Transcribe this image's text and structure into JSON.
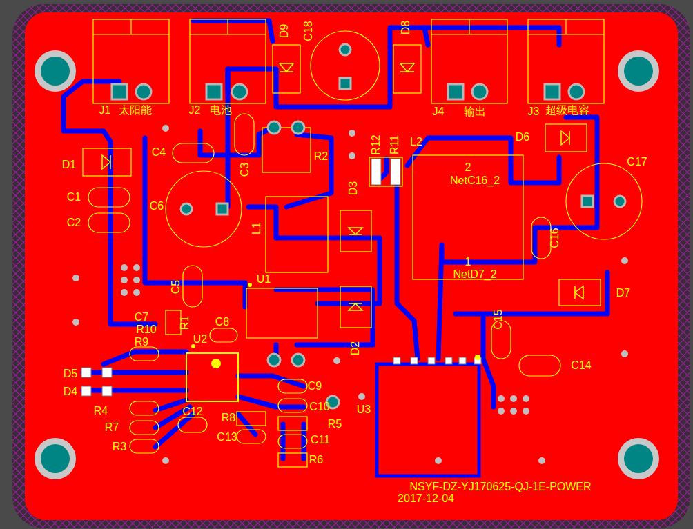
{
  "diagram": {
    "labels": [
      "D9",
      "C18",
      "D8",
      "J1",
      "太阳能",
      "J2",
      "电池",
      "J4",
      "输出",
      "J3",
      "超级电容",
      "C4",
      "R2",
      "R12",
      "R11",
      "L2",
      "D6",
      "C17",
      "D1",
      "C3",
      "C1",
      "C6",
      "D3",
      "2",
      "NetC16_2",
      "C2",
      "L1",
      "C16",
      "1",
      "NetD7_2",
      "C5",
      "U1",
      "D7",
      "C15",
      "C7",
      "R1",
      "C8",
      "R10",
      "U2",
      "D2",
      "R9",
      "C14",
      "D5",
      "D4",
      "C9",
      "C10",
      "R5",
      "U3",
      "R4",
      "C12",
      "R8",
      "R7",
      "C13",
      "C11",
      "R3",
      "R6",
      "NSYF-DZ-YJ170625-QJ-1E-POWER",
      "2017-12-04"
    ]
  }
}
